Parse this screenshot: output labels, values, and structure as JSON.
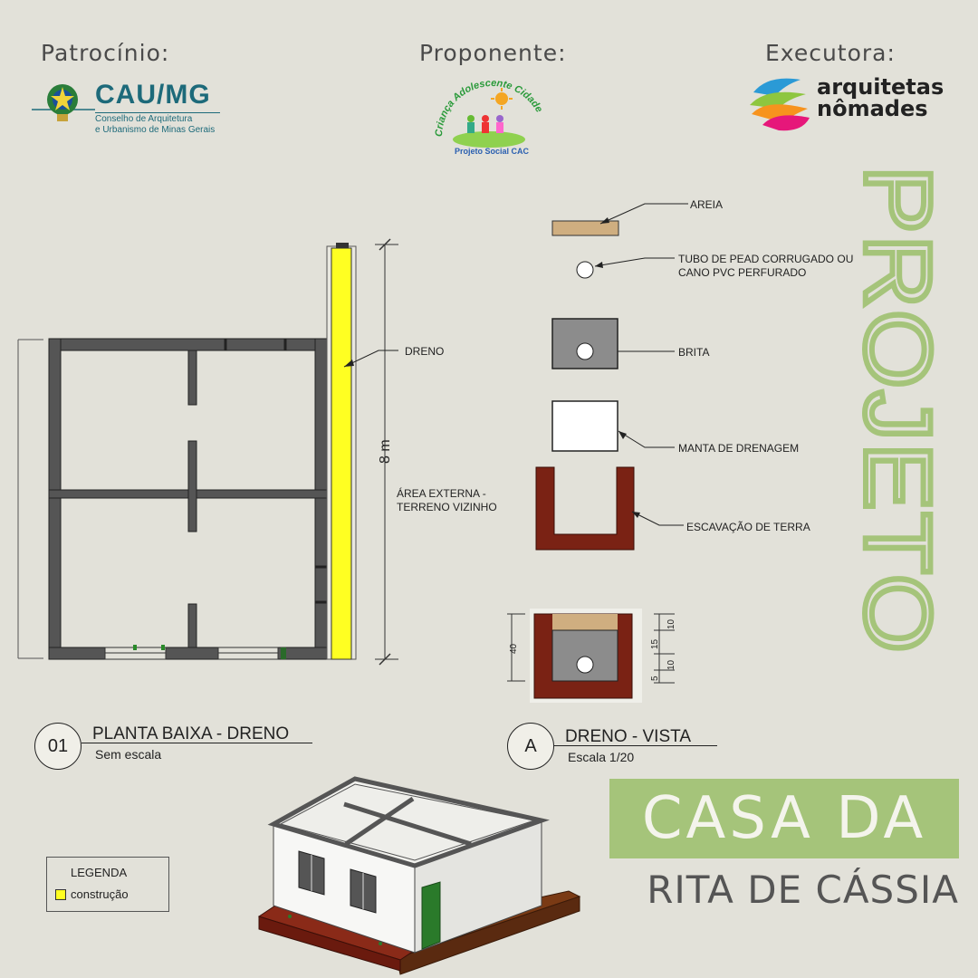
{
  "header": {
    "sponsor_label": "Patrocínio:",
    "proponent_label": "Proponente:",
    "executor_label": "Executora:"
  },
  "logos": {
    "cau": {
      "name": "CAU/MG",
      "subtitle_line1": "Conselho de Arquitetura",
      "subtitle_line2": "e Urbanismo de Minas Gerais"
    },
    "cac": {
      "arc_text": "Criança Adolescente Cidade",
      "caption": "Projeto Social CAC"
    },
    "nomades": {
      "line1": "arquitetas",
      "line2": "nômades"
    }
  },
  "plan": {
    "drain_label": "DRENO",
    "dimension": "8 m",
    "external_area_line1": "ÁREA EXTERNA -",
    "external_area_line2": "TERRENO VIZINHO",
    "number": "01",
    "title": "PLANTA BAIXA - DRENO",
    "scale": "Sem escala"
  },
  "components": [
    {
      "label": "AREIA"
    },
    {
      "label_line1": "TUBO DE PEAD CORRUGADO OU",
      "label_line2": "CANO PVC PERFURADO"
    },
    {
      "label": "BRITA"
    },
    {
      "label": "MANTA DE DRENAGEM"
    },
    {
      "label": "ESCAVAÇÃO DE TERRA"
    }
  ],
  "section": {
    "dim_total": "40",
    "dim_top": "10",
    "dim_mid": "15",
    "dim_pipe": "10",
    "dim_bottom": "5",
    "letter": "A",
    "title": "DRENO - VISTA",
    "scale": "Escala 1/20"
  },
  "side_title": "PROJETO",
  "project_title": {
    "line1": "CASA DA",
    "line2": "RITA DE CÁSSIA"
  },
  "legend": {
    "title": "LEGENDA",
    "item": "construção"
  },
  "colors": {
    "background": "#e2e1d9",
    "accent_green": "#a5c47a",
    "drain_yellow": "#ffff22",
    "wall_gray": "#555555",
    "earth_brown": "#7a2214",
    "sand": "#cfae80",
    "gravel": "#8c8c8c"
  }
}
